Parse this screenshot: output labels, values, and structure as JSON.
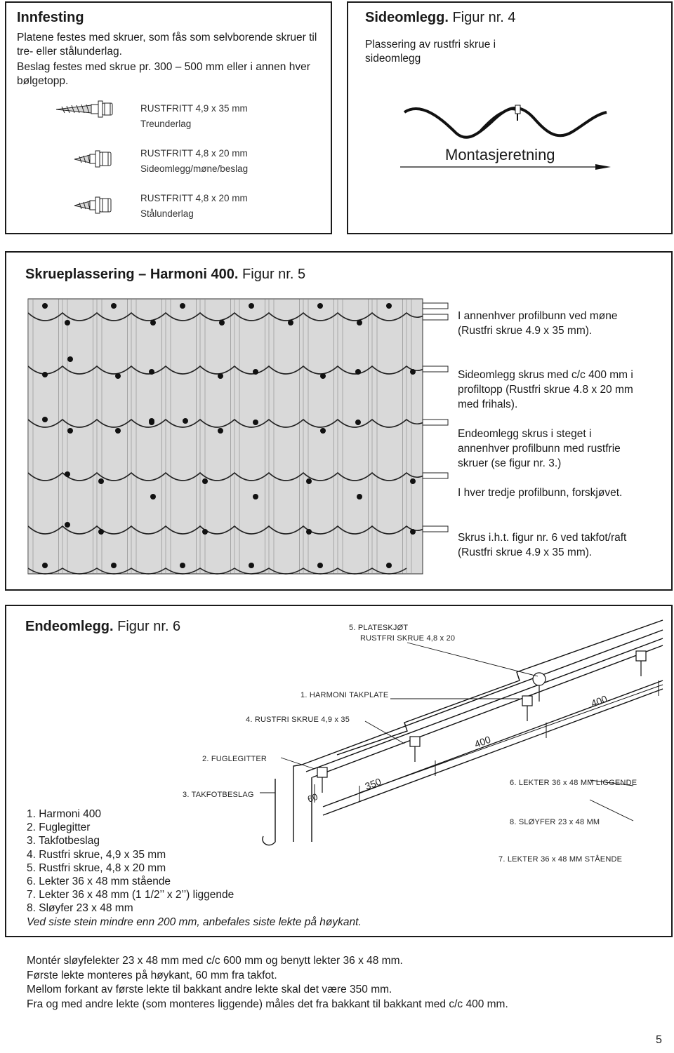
{
  "innfesting": {
    "title": "Innfesting",
    "text1": "Platene festes med skruer, som fås som selvborende skruer til tre- eller stålunderlag.",
    "text2": "Beslag festes med skrue pr. 300 – 500 mm eller i annen hver bølgetopp.",
    "screws": [
      {
        "line1": "RUSTFRITT 4,9 x 35 mm",
        "line2": "Treunderlag",
        "icon": "long-screw-icon"
      },
      {
        "line1": "RUSTFRITT 4,8 x 20 mm",
        "line2": "Sideomlegg/møne/beslag",
        "icon": "short-screw-icon"
      },
      {
        "line1": "RUSTFRITT 4,8 x 20 mm",
        "line2": "Stålunderlag",
        "icon": "short-screw-icon"
      }
    ]
  },
  "sideomlegg": {
    "title_bold": "Sideomlegg.",
    "title_light": "Figur nr. 4",
    "subtitle": "Plassering av rustfri skrue i sideomlegg",
    "direction_label": "Montasjeretning"
  },
  "skrueplassering": {
    "title_bold": "Skrueplassering – Harmoni 400.",
    "title_light": "Figur nr. 5",
    "labels": [
      "I annenhver profilbunn ved møne (Rustfri skrue 4.9 x 35 mm).",
      "Sideomlegg skrus med c/c 400 mm i profiltopp (Rustfri skrue 4.8 x 20 mm med frihals).",
      "Endeomlegg skrus i steget i annenhver profilbunn med rustfrie skruer (se figur nr. 3.)",
      "I hver tredje profilbunn, forskjøvet.",
      "Skrus i.h.t. figur nr. 6 ved takfot/raft (Rustfri skrue 4.9 x 35 mm)."
    ]
  },
  "endeomlegg": {
    "title_bold": "Endeomlegg.",
    "title_light": "Figur nr. 6",
    "callouts": {
      "c5a": "5. PLATESKJØT",
      "c5b": "RUSTFRI SKRUE 4,8 x 20",
      "c1": "1. HARMONI TAKPLATE",
      "c4": "4. RUSTFRI SKRUE 4,9 x 35",
      "c2": "2. FUGLEGITTER",
      "c3": "3. TAKFOTBESLAG",
      "c6": "6. LEKTER 36 x 48 MM LIGGENDE",
      "c8": "8. SLØYFER 23 x 48 MM",
      "c7": "7. LEKTER 36 x 48 MM STÅENDE"
    },
    "dims": {
      "d60": "60",
      "d350": "350",
      "d400a": "400",
      "d400b": "400"
    },
    "legend": [
      "1. Harmoni 400",
      "2. Fuglegitter",
      "3. Takfotbeslag",
      "4. Rustfri skrue, 4,9 x 35 mm",
      "5. Rustfri skrue, 4,8 x 20 mm",
      "6. Lekter 36 x 48 mm stående",
      "7. Lekter 36 x 48 mm (1 1/2’’ x 2’’) liggende",
      "8. Sløyfer 23 x 48 mm"
    ],
    "note": "Ved siste stein mindre enn 200 mm, anbefales siste lekte på høykant."
  },
  "bottom_text": [
    "Montér sløyfelekter 23 x 48 mm med c/c 600 mm og benytt lekter 36 x 48 mm.",
    "Første lekte monteres på høykant, 60 mm fra takfot.",
    "Mellom forkant av første lekte til bakkant andre lekte skal det være 350 mm.",
    "Fra og med andre lekte (som monteres liggende) måles det fra bakkant til bakkant med c/c 400 mm."
  ],
  "page_number": "5"
}
